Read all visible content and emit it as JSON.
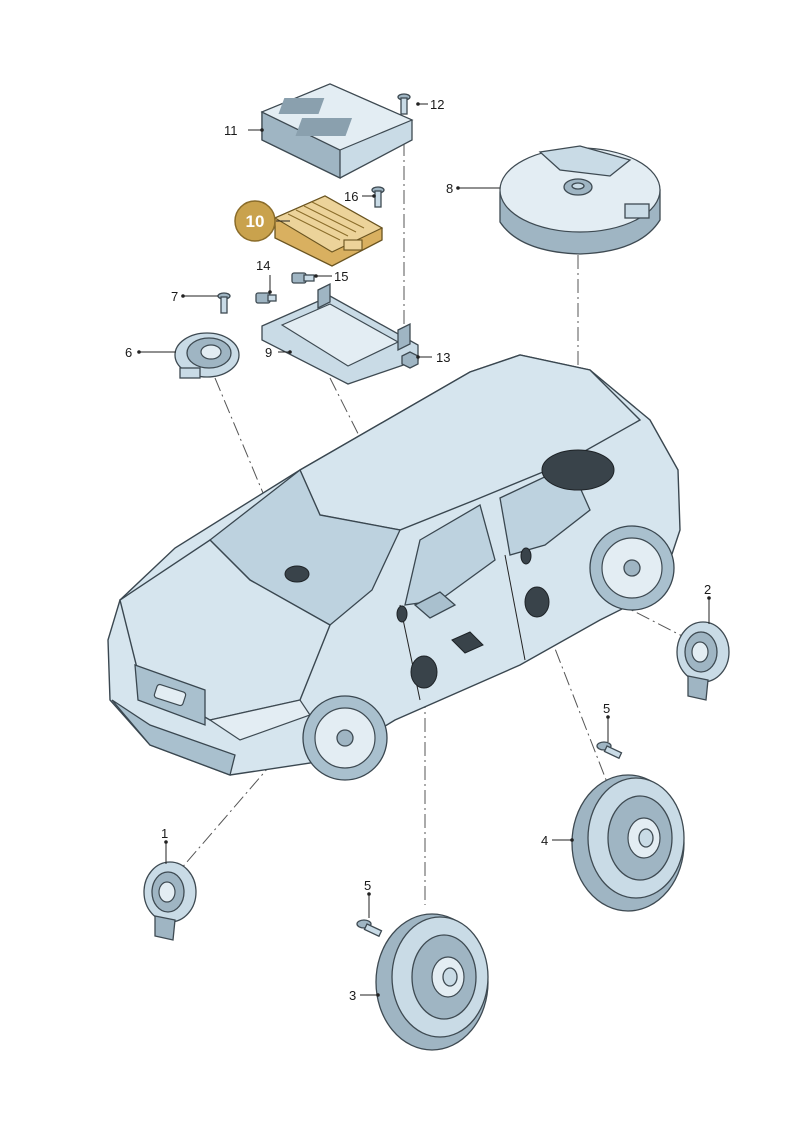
{
  "diagram": {
    "highlighted_callout": "10",
    "highlight_color": "#d9b060",
    "callouts": [
      {
        "id": "c1",
        "label": "1"
      },
      {
        "id": "c2",
        "label": "2"
      },
      {
        "id": "c3",
        "label": "3"
      },
      {
        "id": "c4",
        "label": "4"
      },
      {
        "id": "c5a",
        "label": "5"
      },
      {
        "id": "c5b",
        "label": "5"
      },
      {
        "id": "c6",
        "label": "6"
      },
      {
        "id": "c7",
        "label": "7"
      },
      {
        "id": "c8",
        "label": "8"
      },
      {
        "id": "c9",
        "label": "9"
      },
      {
        "id": "c11",
        "label": "11"
      },
      {
        "id": "c12",
        "label": "12"
      },
      {
        "id": "c13",
        "label": "13"
      },
      {
        "id": "c14",
        "label": "14"
      },
      {
        "id": "c15",
        "label": "15"
      },
      {
        "id": "c16",
        "label": "16"
      }
    ]
  }
}
